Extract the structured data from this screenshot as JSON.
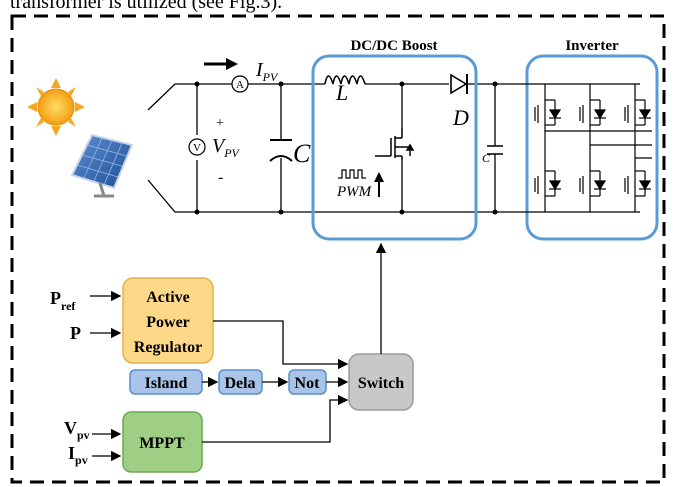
{
  "top_caption": "transformer is utilized (see Fig.3).",
  "blocks": {
    "dcdc_boost": "DC/DC Boost",
    "inverter": "Inverter",
    "active_power_regulator": [
      "Active",
      "Power",
      "Regulator"
    ],
    "island": "Island",
    "dela": "Dela",
    "not": "Not",
    "switch": "Switch",
    "mppt": "MPPT"
  },
  "meters": {
    "ammeter": "A",
    "voltmeter": "V"
  },
  "labels": {
    "ipv": "I",
    "ipv_sub": "PV",
    "vpv": "V",
    "vpv_sub": "PV",
    "plus": "+",
    "minus": "-",
    "cap_c": "C",
    "inductor_l": "L",
    "diode_d": "D",
    "dc_cap_c": "C",
    "pwm": "PWM"
  },
  "inputs": {
    "pref": "P",
    "pref_sub": "ref",
    "p": "P",
    "vpv": "V",
    "vpv_sub": "pv",
    "ipv": "I",
    "ipv_sub": "pv"
  },
  "colors": {
    "dcdc_frame": "#5b9bd5",
    "inverter_frame": "#5b9bd5",
    "regulator_fill": "#fcd888",
    "regulator_stroke": "#e6b34a",
    "signal_fill": "#a9c4e8",
    "signal_stroke": "#5b8fc9",
    "switch_fill": "#c8c8c8",
    "mppt_fill": "#9fcf84",
    "mppt_stroke": "#6aa84f",
    "sun": "#f5a623",
    "panel": "#3a6fb5"
  }
}
